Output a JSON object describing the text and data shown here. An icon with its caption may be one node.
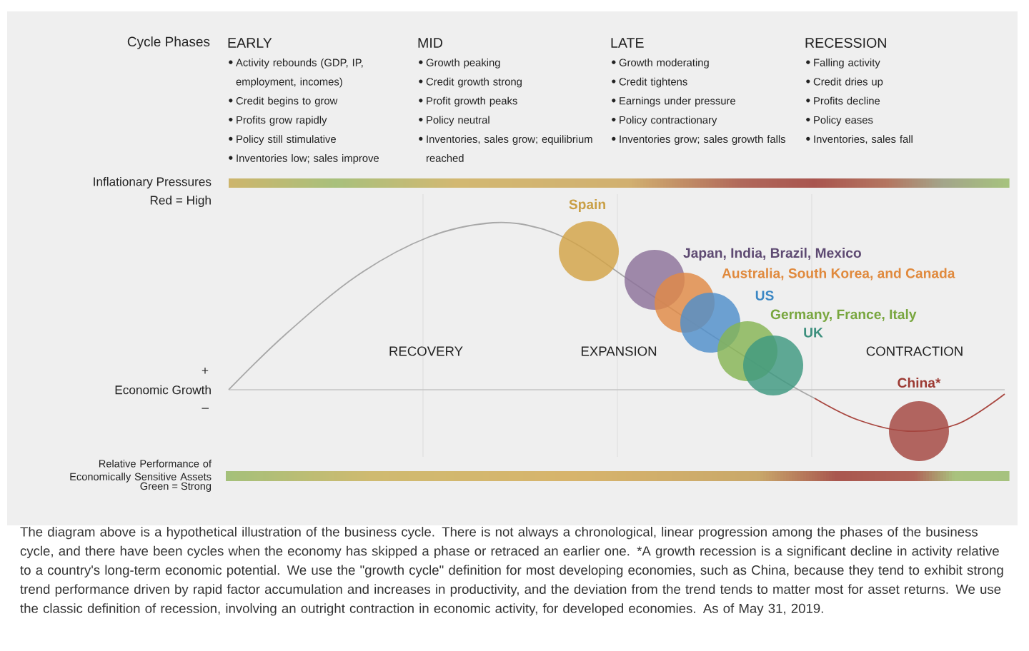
{
  "diagram": {
    "caption": "The diagram above is a hypothetical illustration of the business cycle. There is not always a chronological, linear progression among the phases of the business cycle, and there have been cycles when the economy has skipped a phase or retraced an earlier one. *A growth recession is a significant decline in activity relative to a country's long-term economic potential. We use the \"growth cycle\" definition for most developing economies, such as China, because they tend to exhibit strong trend performance driven by rapid factor accumulation and increases in productivity, and the deviation from the trend tends to matter most for asset returns. We use the classic definition of recession, involving an outright contraction in economic activity, for developed economies. As of May 31, 2019.",
    "nodes": [
      {
        "text": [
          "Spain"
        ]
      },
      {
        "text": [
          "Japan, India, Brazil, Mexico"
        ]
      },
      {
        "text": [
          "Australia, South Korea, and Canada"
        ]
      },
      {
        "text": [
          "US"
        ]
      },
      {
        "text": [
          "Germany, France, Italy"
        ]
      },
      {
        "text": [
          "UK"
        ]
      },
      {
        "text": [
          "China*"
        ]
      }
    ],
    "labels": [
      "Cycle Phases",
      "EARLY",
      "Activity rebounds (GDP, IP, employment, incomes)",
      "Credit begins to grow",
      "Profits grow rapidly",
      "Policy still stimulative",
      "Inventories low; sales improve",
      "MID",
      "Growth peaking",
      "Credit growth strong",
      "Profit growth peaks",
      "Policy neutral",
      "Inventories, sales grow; equilibrium reached",
      "LATE",
      "Growth moderating",
      "Credit tightens",
      "Earnings under pressure",
      "Policy contractionary",
      "Inventories grow; sales growth falls",
      "RECESSION",
      "Falling activity",
      "Credit dries up",
      "Profits decline",
      "Policy eases",
      "Inventories, sales fall",
      "Inflationary Pressures",
      "Red = High",
      "+",
      "Economic Growth",
      "–",
      "RECOVERY",
      "EXPANSION",
      "CONTRACTION",
      "Relative Performance of Economically Sensitive Assets",
      "Green = Strong"
    ]
  }
}
